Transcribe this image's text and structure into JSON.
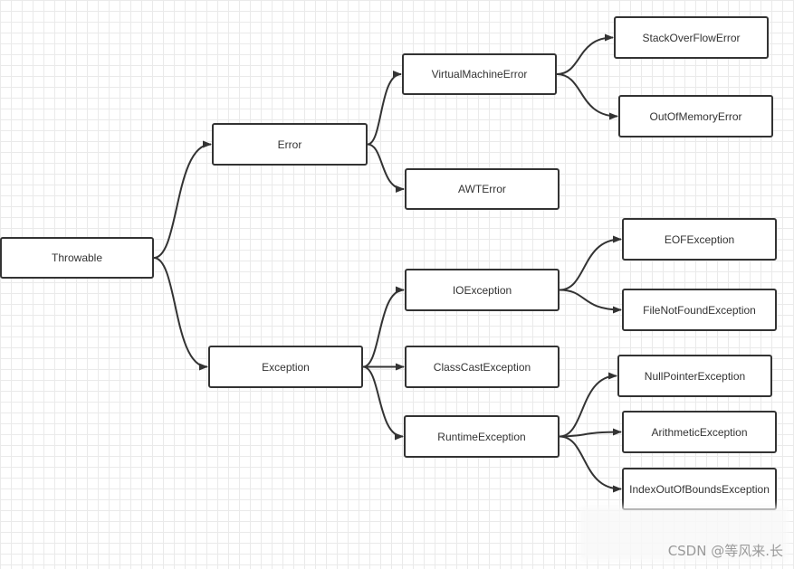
{
  "nodes": {
    "throwable": "Throwable",
    "error": "Error",
    "exception": "Exception",
    "virtual_machine_error": "VirtualMachineError",
    "awt_error": "AWTError",
    "stack_overflow_error": "StackOverFlowError",
    "out_of_memory_error": "OutOfMemoryError",
    "io_exception": "IOException",
    "class_cast_exception": "ClassCastException",
    "runtime_exception": "RuntimeException",
    "eof_exception": "EOFException",
    "file_not_found_exception": "FileNotFoundException",
    "null_pointer_exception": "NullPointerException",
    "arithmetic_exception": "ArithmeticException",
    "index_out_of_bounds_exception": "IndexOutOfBoundsException"
  },
  "edges": [
    [
      "throwable",
      "error"
    ],
    [
      "throwable",
      "exception"
    ],
    [
      "error",
      "virtual_machine_error"
    ],
    [
      "error",
      "awt_error"
    ],
    [
      "virtual_machine_error",
      "stack_overflow_error"
    ],
    [
      "virtual_machine_error",
      "out_of_memory_error"
    ],
    [
      "exception",
      "io_exception"
    ],
    [
      "exception",
      "class_cast_exception"
    ],
    [
      "exception",
      "runtime_exception"
    ],
    [
      "io_exception",
      "eof_exception"
    ],
    [
      "io_exception",
      "file_not_found_exception"
    ],
    [
      "runtime_exception",
      "null_pointer_exception"
    ],
    [
      "runtime_exception",
      "arithmetic_exception"
    ],
    [
      "runtime_exception",
      "index_out_of_bounds_exception"
    ]
  ],
  "watermark": "CSDN @等风来.长",
  "colors": {
    "node_border": "#333333",
    "edge": "#333333",
    "grid": "#eaeaea",
    "text": "#333333"
  }
}
